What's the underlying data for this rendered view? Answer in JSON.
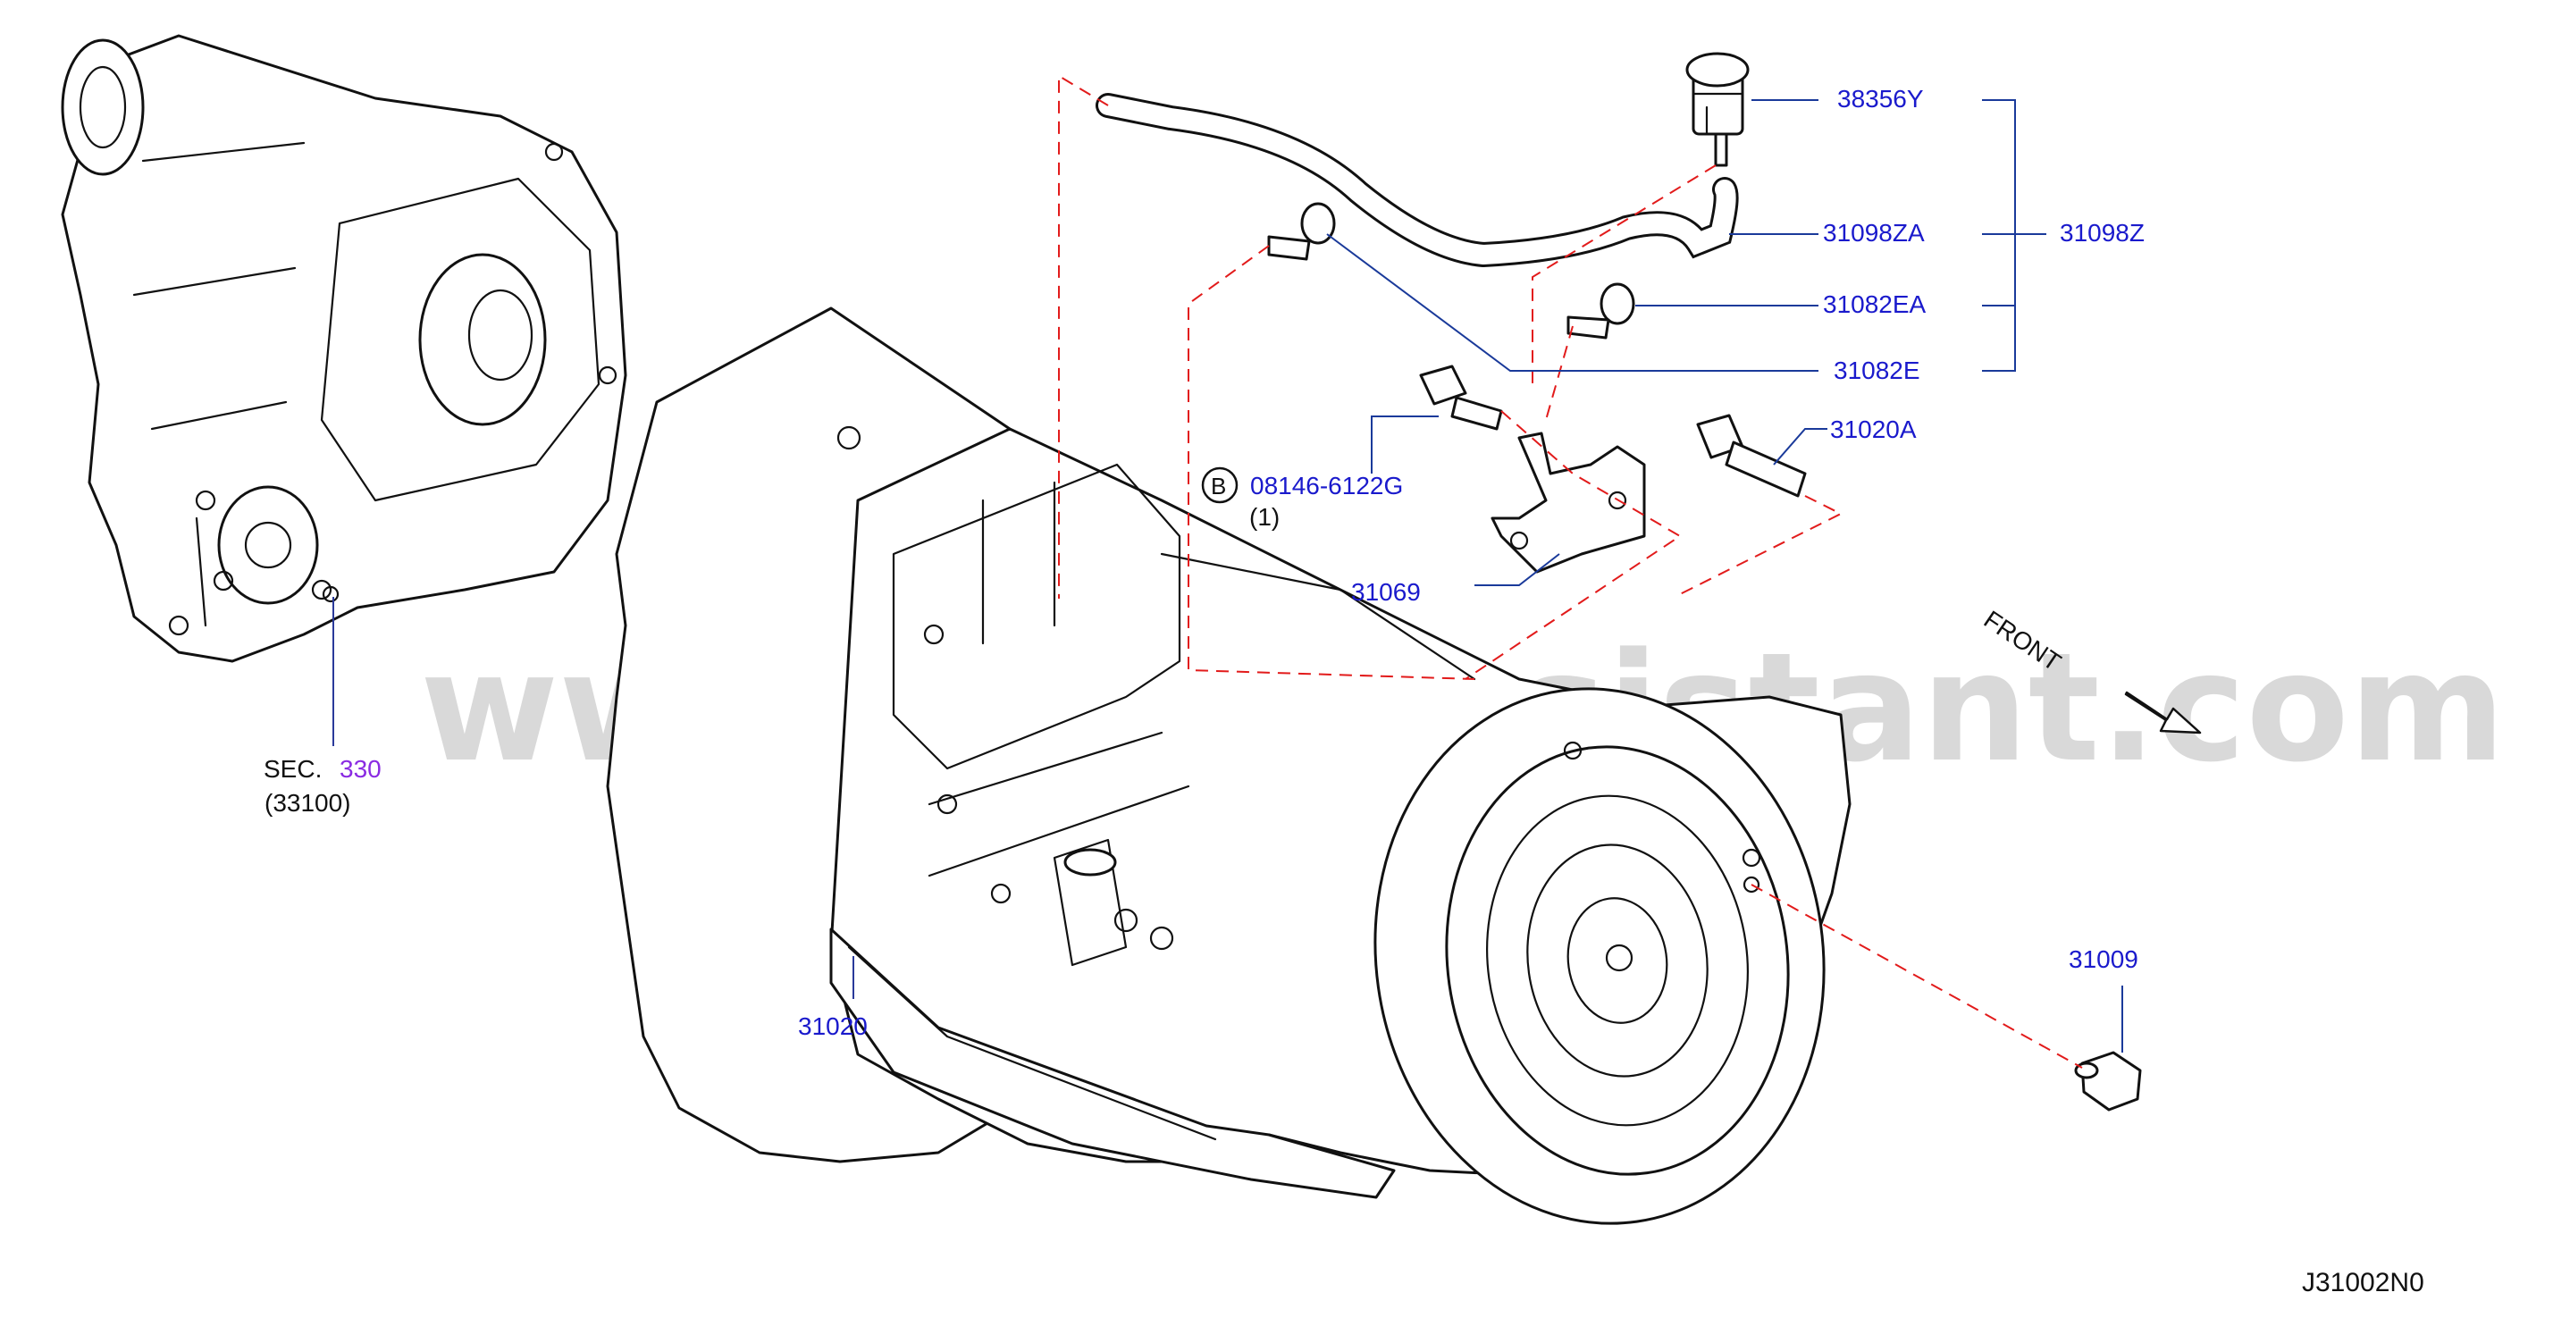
{
  "watermark": "www.partsassistant.com",
  "diagram_code": "J31002N0",
  "front_label": "FRONT",
  "bolt_marker": "B",
  "section_ref": {
    "prefix": "SEC.",
    "number": "330",
    "sub": "(33100)"
  },
  "callouts": {
    "p38356Y": "38356Y",
    "p31098ZA": "31098ZA",
    "p31098Z": "31098Z",
    "p31082EA": "31082EA",
    "p31082E": "31082E",
    "p31020A": "31020A",
    "p08146": "08146-6122G",
    "p08146_qty": "(1)",
    "p31069": "31069",
    "p31009": "31009",
    "p31020": "31020"
  },
  "colors": {
    "callout_text": "#1a1acc",
    "section_number": "#8a2be2",
    "dashed_leader": "#e21b1b",
    "outline": "#111111"
  }
}
